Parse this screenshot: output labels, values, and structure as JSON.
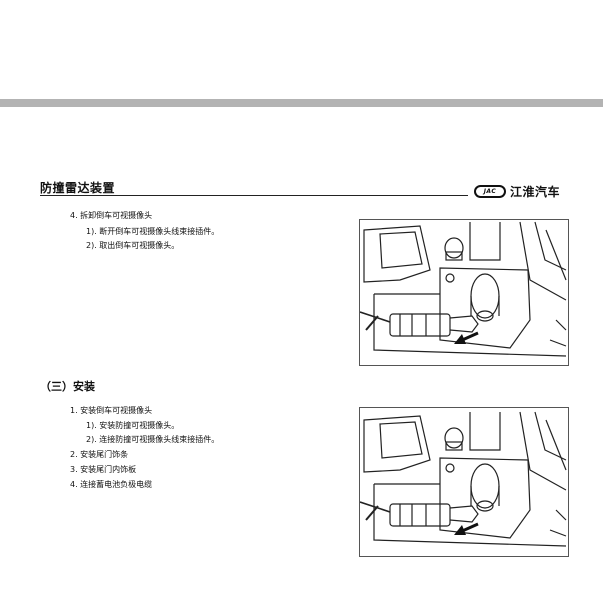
{
  "header": {
    "section_title": "防撞雷达装置",
    "brand_logo_text": "JAC",
    "brand_name": "江淮汽车"
  },
  "removal": {
    "step4": "4.  拆卸倒车可视摄像头",
    "sub1": "1).  断开倒车可视摄像头线束接插件。",
    "sub2": "2).  取出倒车可视摄像头。"
  },
  "install": {
    "heading": "（三）安装",
    "step1": "1.  安装倒车可视摄像头",
    "sub1": "1).  安装防撞可视摄像头。",
    "sub2": "2).  连接防撞可视摄像头线束接插件。",
    "step2": "2.  安装尾门饰条",
    "step3": "3.  安装尾门内饰板",
    "step4": "4.  连接蓄电池负极电缆"
  },
  "colors": {
    "band": "#b3b3b3",
    "ink": "#111111"
  },
  "icons": [
    "jac-logo",
    "pointer-arrow-icon"
  ]
}
